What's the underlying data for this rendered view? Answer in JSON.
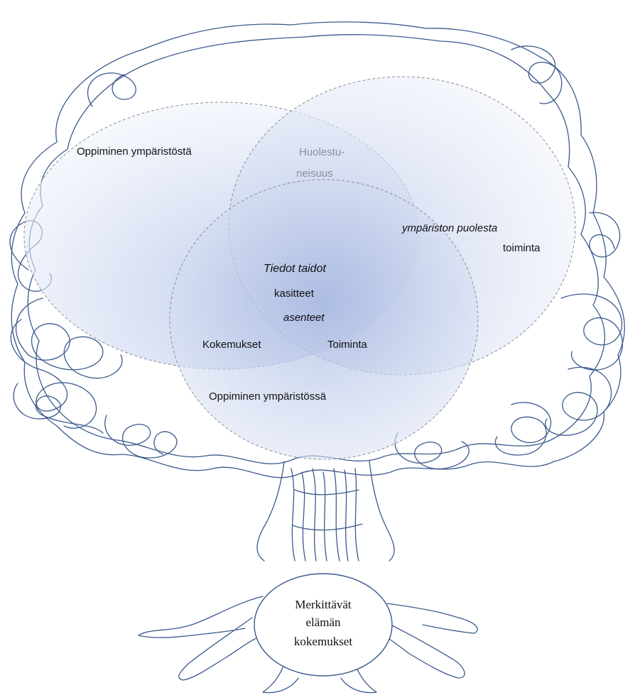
{
  "diagram": {
    "circles": {
      "environment_learning": {
        "label": "Oppiminen ympäristöstä"
      },
      "for_environment": {
        "label_line1": "ympäriston puolesta",
        "label_line2": "toiminta"
      },
      "in_environment": {
        "label": "Oppiminen ympäristössä"
      }
    },
    "overlaps": {
      "concern_line1": "Huolestu-",
      "concern_line2": "neisuus",
      "center_line1": "Tiedot  taidot",
      "center_line2": "kasitteet",
      "center_line3": "asenteet",
      "experiences": "Kokemukset",
      "action": "Toiminta"
    },
    "roots": {
      "line1": "Merkittävät",
      "line2": "elämän",
      "line3": "kokemukset"
    }
  },
  "colors": {
    "circle_fill_light": "#eef2fb",
    "circle_fill_dark": "#a9b9e2",
    "circle_stroke": "#8a8f99",
    "tree_stroke": "#3b5a8c",
    "text": "#111111",
    "concern_text": "#8a8f99"
  }
}
